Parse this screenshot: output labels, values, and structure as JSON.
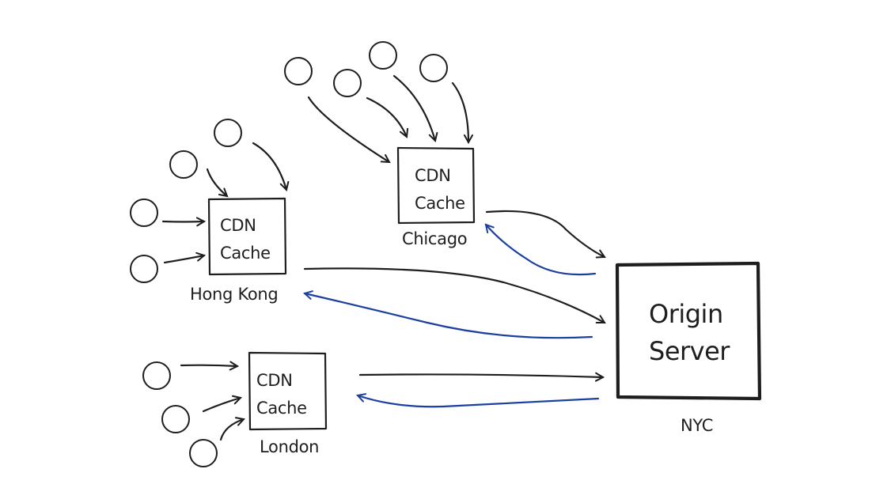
{
  "nodes": {
    "hong_kong": {
      "line1": "CDN",
      "line2": "Cache",
      "city": "Hong Kong"
    },
    "chicago": {
      "line1": "CDN",
      "line2": "Cache",
      "city": "Chicago"
    },
    "london": {
      "line1": "CDN",
      "line2": "Cache",
      "city": "London"
    },
    "origin": {
      "line1": "Origin",
      "line2": "Server",
      "city": "NYC"
    }
  },
  "colors": {
    "stroke": "#1e1e1e",
    "response_arrow": "#1c3fa0",
    "background": "#ffffff"
  }
}
